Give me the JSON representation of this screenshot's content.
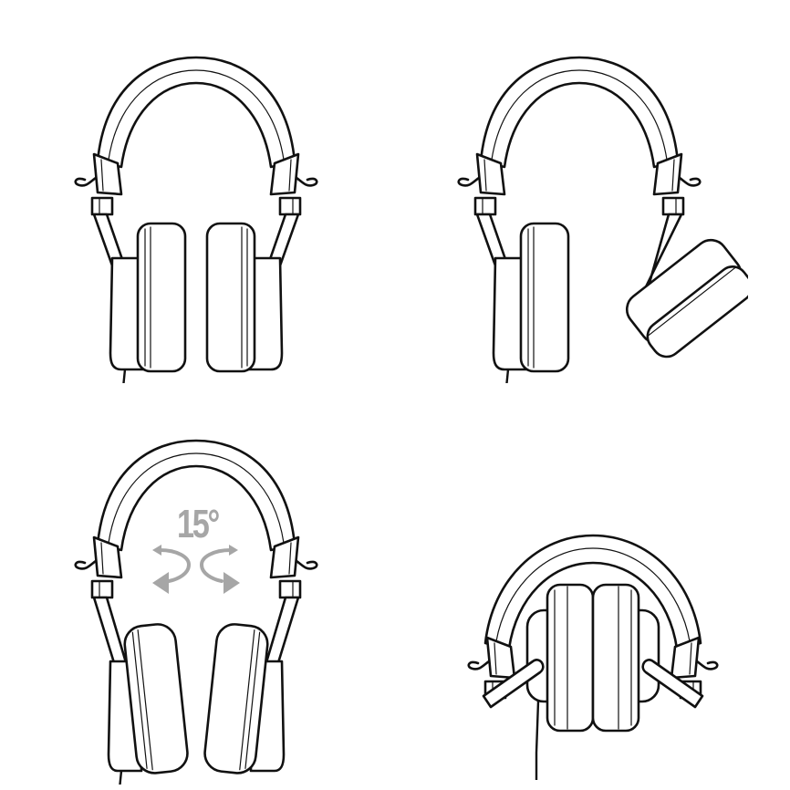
{
  "figure": {
    "description": "Headphone line-art illustration showing four positions",
    "panels": [
      {
        "id": "front-view",
        "caption": ""
      },
      {
        "id": "one-ear-swiveled",
        "caption": ""
      },
      {
        "id": "swivel-rotation",
        "caption": ""
      },
      {
        "id": "folded",
        "caption": ""
      }
    ],
    "annotation": {
      "angle_label": "15°",
      "icons": [
        "rotate-left-arrow-icon",
        "rotate-right-arrow-icon"
      ]
    },
    "colors": {
      "line": "#111111",
      "annotation": "#a6a6a6",
      "background": "#ffffff"
    }
  }
}
